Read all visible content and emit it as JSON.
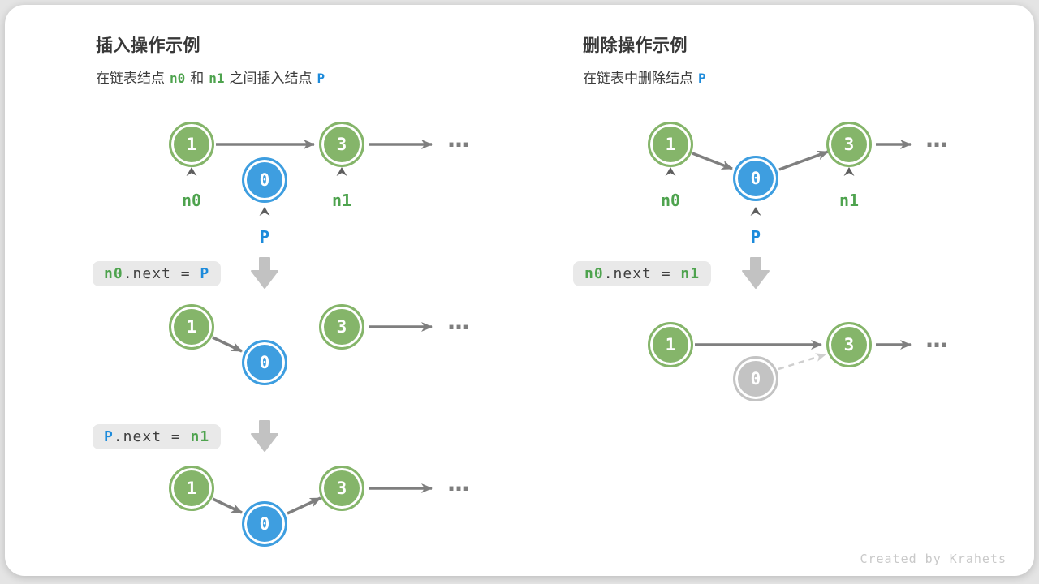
{
  "colors": {
    "node_green": "#85b56a",
    "node_blue": "#3e9ee0",
    "node_gray": "#c3c3c3",
    "text_green": "#4ea34e",
    "text_blue": "#1d8bdb",
    "arrow_gray": "#7f7f7f",
    "dashed_arrow_gray": "#cfcfcf",
    "code_box_bg": "#e9e9e9"
  },
  "ellipsis": "...",
  "footer_credit": "Created by Krahets",
  "insert_panel": {
    "title": "插入操作示例",
    "subtitle": {
      "t0": "在链表结点",
      "n0": "n0",
      "t1": "和",
      "n1": "n1",
      "t2": "之间插入结点",
      "p": "P"
    },
    "initial_row": {
      "node1": "1",
      "node3": "3",
      "nodeP": "0",
      "label_n0": "n0",
      "label_n1": "n1",
      "label_p": "P"
    },
    "step1_code": {
      "lhs": "n0",
      "mid": ".next = ",
      "rhs": "P"
    },
    "after_step1_row": {
      "node1": "1",
      "node3": "3",
      "nodeP": "0"
    },
    "step2_code": {
      "lhs": "P",
      "mid": ".next = ",
      "rhs": "n1"
    },
    "after_step2_row": {
      "node1": "1",
      "node3": "3",
      "nodeP": "0"
    }
  },
  "delete_panel": {
    "title": "删除操作示例",
    "subtitle": {
      "t0": "在链表中删除结点",
      "p": "P"
    },
    "initial_row": {
      "node1": "1",
      "node3": "3",
      "nodeP": "0",
      "label_n0": "n0",
      "label_n1": "n1",
      "label_p": "P"
    },
    "step1_code": {
      "lhs": "n0",
      "mid": ".next = ",
      "rhs": "n1"
    },
    "after_step1_row": {
      "node1": "1",
      "node3": "3",
      "nodeP": "0"
    }
  }
}
